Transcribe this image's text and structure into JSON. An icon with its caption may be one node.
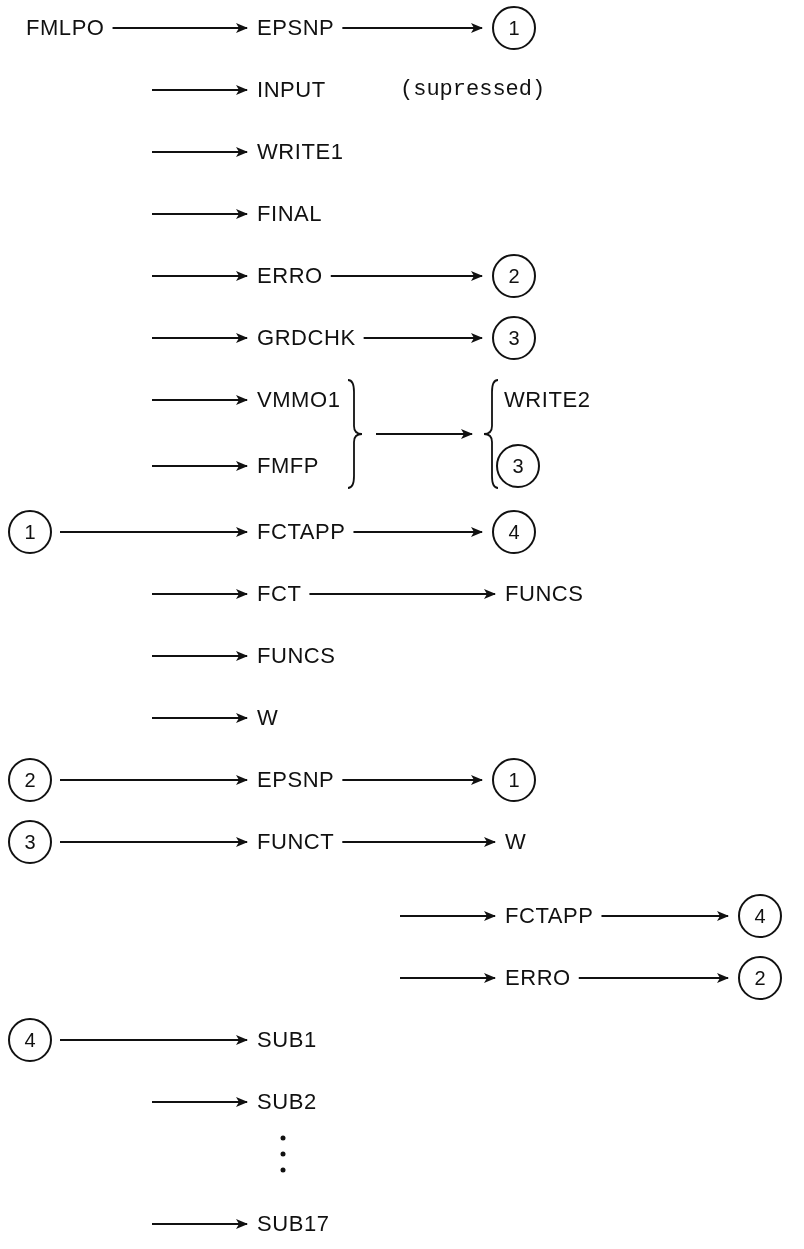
{
  "diagram": {
    "nodes": [
      {
        "text": [
          "FMLPO"
        ]
      },
      {
        "text": [
          "EPSNP"
        ]
      },
      {
        "text": [
          "1"
        ]
      },
      {
        "text": [
          "INPUT"
        ]
      },
      {
        "text": [
          "WRITE1"
        ]
      },
      {
        "text": [
          "FINAL"
        ]
      },
      {
        "text": [
          "ERRO"
        ]
      },
      {
        "text": [
          "2"
        ]
      },
      {
        "text": [
          "GRDCHK"
        ]
      },
      {
        "text": [
          "3"
        ]
      },
      {
        "text": [],
        "shape": "bracket"
      },
      {
        "text": [
          "VMMO1"
        ],
        "in": 10
      },
      {
        "text": [],
        "shape": "bracket"
      },
      {
        "text": [
          "WRITE2"
        ],
        "in": 12
      },
      {
        "text": [
          "FMFP"
        ],
        "in": 10
      },
      {
        "text": [
          "3"
        ],
        "in": 12
      },
      {
        "text": [
          "1"
        ]
      },
      {
        "text": [
          "FCTAPP"
        ]
      },
      {
        "text": [
          "4"
        ]
      },
      {
        "text": [
          "FCT"
        ]
      },
      {
        "text": [
          "FUNCS"
        ]
      },
      {
        "text": [
          "FUNCS"
        ]
      },
      {
        "text": [
          "W"
        ]
      },
      {
        "text": [
          "2"
        ]
      },
      {
        "text": [
          "EPSNP"
        ]
      },
      {
        "text": [
          "1"
        ]
      },
      {
        "text": [
          "3"
        ]
      },
      {
        "text": [
          "FUNCT"
        ]
      },
      {
        "text": [
          "W"
        ]
      },
      {
        "text": [
          "FCTAPP"
        ]
      },
      {
        "text": [
          "4"
        ]
      },
      {
        "text": [
          "ERRO"
        ]
      },
      {
        "text": [
          "2"
        ]
      },
      {
        "text": [
          "4"
        ]
      },
      {
        "text": [
          "SUB1"
        ]
      },
      {
        "text": [
          "SUB2"
        ]
      },
      {
        "text": [
          "SUB17"
        ]
      }
    ],
    "edges": [
      {
        "from": 0,
        "to": 1,
        "arrow": "to"
      },
      {
        "from": 1,
        "to": 2,
        "arrow": "to"
      },
      {
        "from": null,
        "to": 3,
        "arrow": "to"
      },
      {
        "from": null,
        "to": 4,
        "arrow": "to"
      },
      {
        "from": null,
        "to": 5,
        "arrow": "to"
      },
      {
        "from": null,
        "to": 6,
        "arrow": "to"
      },
      {
        "from": 6,
        "to": 7,
        "arrow": "to"
      },
      {
        "from": null,
        "to": 8,
        "arrow": "to"
      },
      {
        "from": 8,
        "to": 9,
        "arrow": "to"
      },
      {
        "from": null,
        "to": 11,
        "arrow": "to"
      },
      {
        "from": null,
        "to": 14,
        "arrow": "to"
      },
      {
        "from": 10,
        "to": 12,
        "arrow": "to"
      },
      {
        "from": 16,
        "to": 17,
        "arrow": "to"
      },
      {
        "from": 17,
        "to": 18,
        "arrow": "to"
      },
      {
        "from": null,
        "to": 19,
        "arrow": "to"
      },
      {
        "from": 19,
        "to": 20,
        "arrow": "to"
      },
      {
        "from": null,
        "to": 21,
        "arrow": "to"
      },
      {
        "from": null,
        "to": 22,
        "arrow": "to"
      },
      {
        "from": 23,
        "to": 24,
        "arrow": "to"
      },
      {
        "from": 24,
        "to": 25,
        "arrow": "to"
      },
      {
        "from": 26,
        "to": 27,
        "arrow": "to"
      },
      {
        "from": 27,
        "to": 28,
        "arrow": "to"
      },
      {
        "from": null,
        "to": 29,
        "arrow": "to"
      },
      {
        "from": 29,
        "to": 30,
        "arrow": "to"
      },
      {
        "from": null,
        "to": 31,
        "arrow": "to"
      },
      {
        "from": 31,
        "to": 32,
        "arrow": "to"
      },
      {
        "from": 33,
        "to": 34,
        "arrow": "to"
      },
      {
        "from": null,
        "to": 35,
        "arrow": "to"
      },
      {
        "from": null,
        "to": 36,
        "arrow": "to"
      }
    ],
    "labels": [
      "(supressed)"
    ]
  }
}
